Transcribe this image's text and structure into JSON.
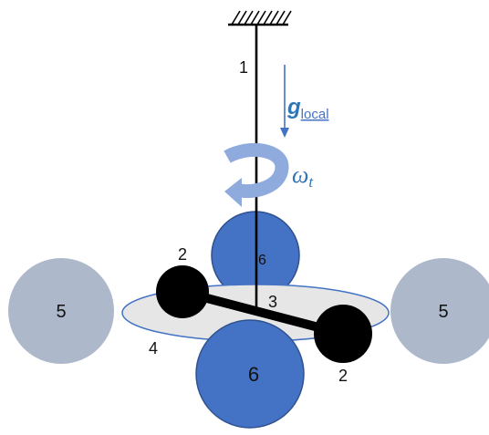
{
  "colors": {
    "black": "#000000",
    "blue_mass": "#4472C4",
    "blue_mass_edge": "#2F528F",
    "grey_mass": "#ADB9CA",
    "disk_fill": "#E7E6E6",
    "disk_edge": "#4472C4",
    "arrow_light": "#8FAADC",
    "text_blue": "#2E75B6",
    "text_dark": "#111111"
  },
  "labels": {
    "fiber": "1",
    "mass_left": "2",
    "mass_right": "2",
    "center": "3",
    "disk": "4",
    "grey_left": "5",
    "grey_right": "5",
    "blue_top": "6",
    "blue_bottom": "6"
  },
  "gravity": {
    "symbol": "g",
    "subscript": "local"
  },
  "omega": {
    "symbol": "ω",
    "subscript": "t"
  },
  "icons": {
    "ceiling": "hatched-ceiling-icon",
    "rotation": "rotation-arrow-icon",
    "gravity": "down-arrow-icon"
  }
}
